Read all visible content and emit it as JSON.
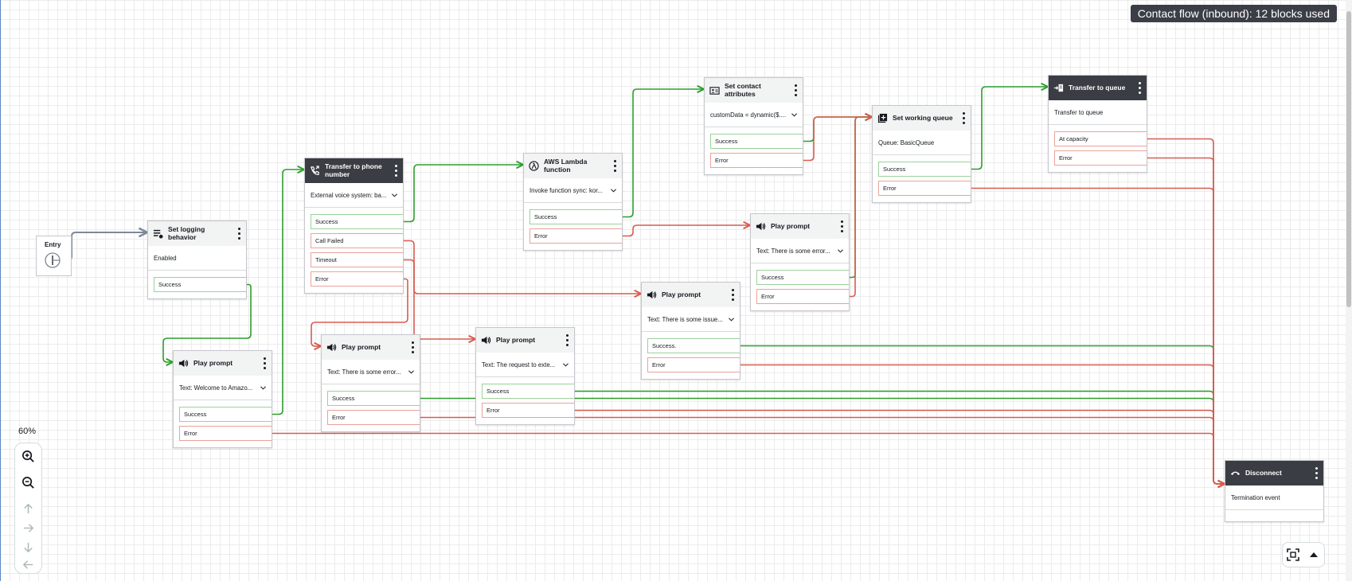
{
  "flow_title": "Contact flow (inbound): 12 blocks used",
  "entry": {
    "label": "Entry"
  },
  "zoom": {
    "level": "60%"
  },
  "colors": {
    "success": "#2ca02c",
    "error": "#d85c50",
    "entry_wire": "#7d8998",
    "grid": "#ececec",
    "dark_header": "#3a3d43"
  },
  "blocks": [
    {
      "id": "logging",
      "title": "Set logging behavior",
      "icon": "logging-icon",
      "dark": false,
      "config": "Enabled",
      "has_dropdown": false,
      "branches": [
        {
          "label": "Success",
          "kind": "success"
        }
      ]
    },
    {
      "id": "welcome",
      "title": "Play prompt",
      "icon": "speaker-icon",
      "dark": false,
      "config": "Text: Welcome to Amazo...",
      "has_dropdown": true,
      "branches": [
        {
          "label": "Success",
          "kind": "success"
        },
        {
          "label": "Error",
          "kind": "error"
        }
      ]
    },
    {
      "id": "phone",
      "title": "Transfer to phone number",
      "icon": "phone-transfer-icon",
      "dark": true,
      "config": "External voice system: ba...",
      "has_dropdown": true,
      "branches": [
        {
          "label": "Success",
          "kind": "success"
        },
        {
          "label": "Call Failed",
          "kind": "error"
        },
        {
          "label": "Timeout",
          "kind": "error"
        },
        {
          "label": "Error",
          "kind": "error"
        }
      ]
    },
    {
      "id": "prompt_err1",
      "title": "Play prompt",
      "icon": "speaker-icon",
      "dark": false,
      "config": "Text: There is some error...",
      "has_dropdown": true,
      "branches": [
        {
          "label": "Success",
          "kind": "success"
        },
        {
          "label": "Error",
          "kind": "error"
        }
      ]
    },
    {
      "id": "lambda",
      "title": "AWS Lambda function",
      "icon": "lambda-icon",
      "dark": false,
      "config": "Invoke function sync: kor...",
      "has_dropdown": true,
      "branches": [
        {
          "label": "Success",
          "kind": "success"
        },
        {
          "label": "Error",
          "kind": "error"
        }
      ]
    },
    {
      "id": "prompt_req",
      "title": "Play prompt",
      "icon": "speaker-icon",
      "dark": false,
      "config": "Text: The request to exte...",
      "has_dropdown": true,
      "branches": [
        {
          "label": "Success",
          "kind": "success"
        },
        {
          "label": "Error",
          "kind": "error"
        }
      ]
    },
    {
      "id": "prompt_issue",
      "title": "Play prompt",
      "icon": "speaker-icon",
      "dark": false,
      "config": "Text: There is some issue...",
      "has_dropdown": true,
      "branches": [
        {
          "label": "Success.",
          "kind": "success"
        },
        {
          "label": "Error",
          "kind": "error"
        }
      ]
    },
    {
      "id": "attrs",
      "title": "Set contact attributes",
      "icon": "contact-card-icon",
      "dark": false,
      "config": "customData = dynamic($....",
      "has_dropdown": true,
      "branches": [
        {
          "label": "Success",
          "kind": "success"
        },
        {
          "label": "Error",
          "kind": "error"
        }
      ]
    },
    {
      "id": "prompt_err2",
      "title": "Play prompt",
      "icon": "speaker-icon",
      "dark": false,
      "config": "Text: There is some error...",
      "has_dropdown": true,
      "branches": [
        {
          "label": "Success",
          "kind": "success"
        },
        {
          "label": "Error",
          "kind": "error"
        }
      ]
    },
    {
      "id": "wqueue",
      "title": "Set working queue",
      "icon": "queue-add-icon",
      "dark": false,
      "config": "Queue: BasicQueue",
      "has_dropdown": false,
      "branches": [
        {
          "label": "Success",
          "kind": "success"
        },
        {
          "label": "Error",
          "kind": "error"
        }
      ]
    },
    {
      "id": "tqueue",
      "title": "Transfer to queue",
      "icon": "queue-transfer-icon",
      "dark": true,
      "config": "Transfer to queue",
      "has_dropdown": false,
      "branches": [
        {
          "label": "At capacity",
          "kind": "error"
        },
        {
          "label": "Error",
          "kind": "error"
        }
      ]
    },
    {
      "id": "disconnect",
      "title": "Disconnect",
      "icon": "hangup-icon",
      "dark": true,
      "config": "Termination event",
      "has_dropdown": false,
      "branches": []
    }
  ],
  "connections": [
    {
      "from": "entry",
      "to": "logging",
      "kind": "entry"
    },
    {
      "from": "logging",
      "branch": 0,
      "to": "welcome",
      "kind": "success"
    },
    {
      "from": "welcome",
      "branch": 0,
      "to": "phone",
      "kind": "success"
    },
    {
      "from": "welcome",
      "branch": 1,
      "to": "disconnect",
      "kind": "error"
    },
    {
      "from": "phone",
      "branch": 0,
      "to": "lambda",
      "kind": "success"
    },
    {
      "from": "phone",
      "branch": 1,
      "to": "prompt_issue",
      "kind": "error"
    },
    {
      "from": "phone",
      "branch": 2,
      "to": "prompt_req",
      "kind": "error"
    },
    {
      "from": "phone",
      "branch": 3,
      "to": "prompt_err1",
      "kind": "error"
    },
    {
      "from": "prompt_err1",
      "branch": 0,
      "to": "disconnect",
      "kind": "success"
    },
    {
      "from": "prompt_err1",
      "branch": 1,
      "to": "disconnect",
      "kind": "error"
    },
    {
      "from": "lambda",
      "branch": 0,
      "to": "attrs",
      "kind": "success"
    },
    {
      "from": "lambda",
      "branch": 1,
      "to": "prompt_err2",
      "kind": "error"
    },
    {
      "from": "prompt_req",
      "branch": 0,
      "to": "disconnect",
      "kind": "success"
    },
    {
      "from": "prompt_req",
      "branch": 1,
      "to": "disconnect",
      "kind": "error"
    },
    {
      "from": "prompt_issue",
      "branch": 0,
      "to": "disconnect",
      "kind": "success"
    },
    {
      "from": "prompt_issue",
      "branch": 1,
      "to": "disconnect",
      "kind": "error"
    },
    {
      "from": "attrs",
      "branch": 0,
      "to": "wqueue",
      "kind": "success"
    },
    {
      "from": "attrs",
      "branch": 1,
      "to": "wqueue",
      "kind": "error"
    },
    {
      "from": "prompt_err2",
      "branch": 0,
      "to": "wqueue",
      "kind": "success"
    },
    {
      "from": "prompt_err2",
      "branch": 1,
      "to": "wqueue",
      "kind": "error"
    },
    {
      "from": "wqueue",
      "branch": 0,
      "to": "tqueue",
      "kind": "success"
    },
    {
      "from": "wqueue",
      "branch": 1,
      "to": "disconnect",
      "kind": "error"
    },
    {
      "from": "tqueue",
      "branch": 0,
      "to": "disconnect",
      "kind": "error"
    },
    {
      "from": "tqueue",
      "branch": 1,
      "to": "disconnect",
      "kind": "error"
    }
  ]
}
